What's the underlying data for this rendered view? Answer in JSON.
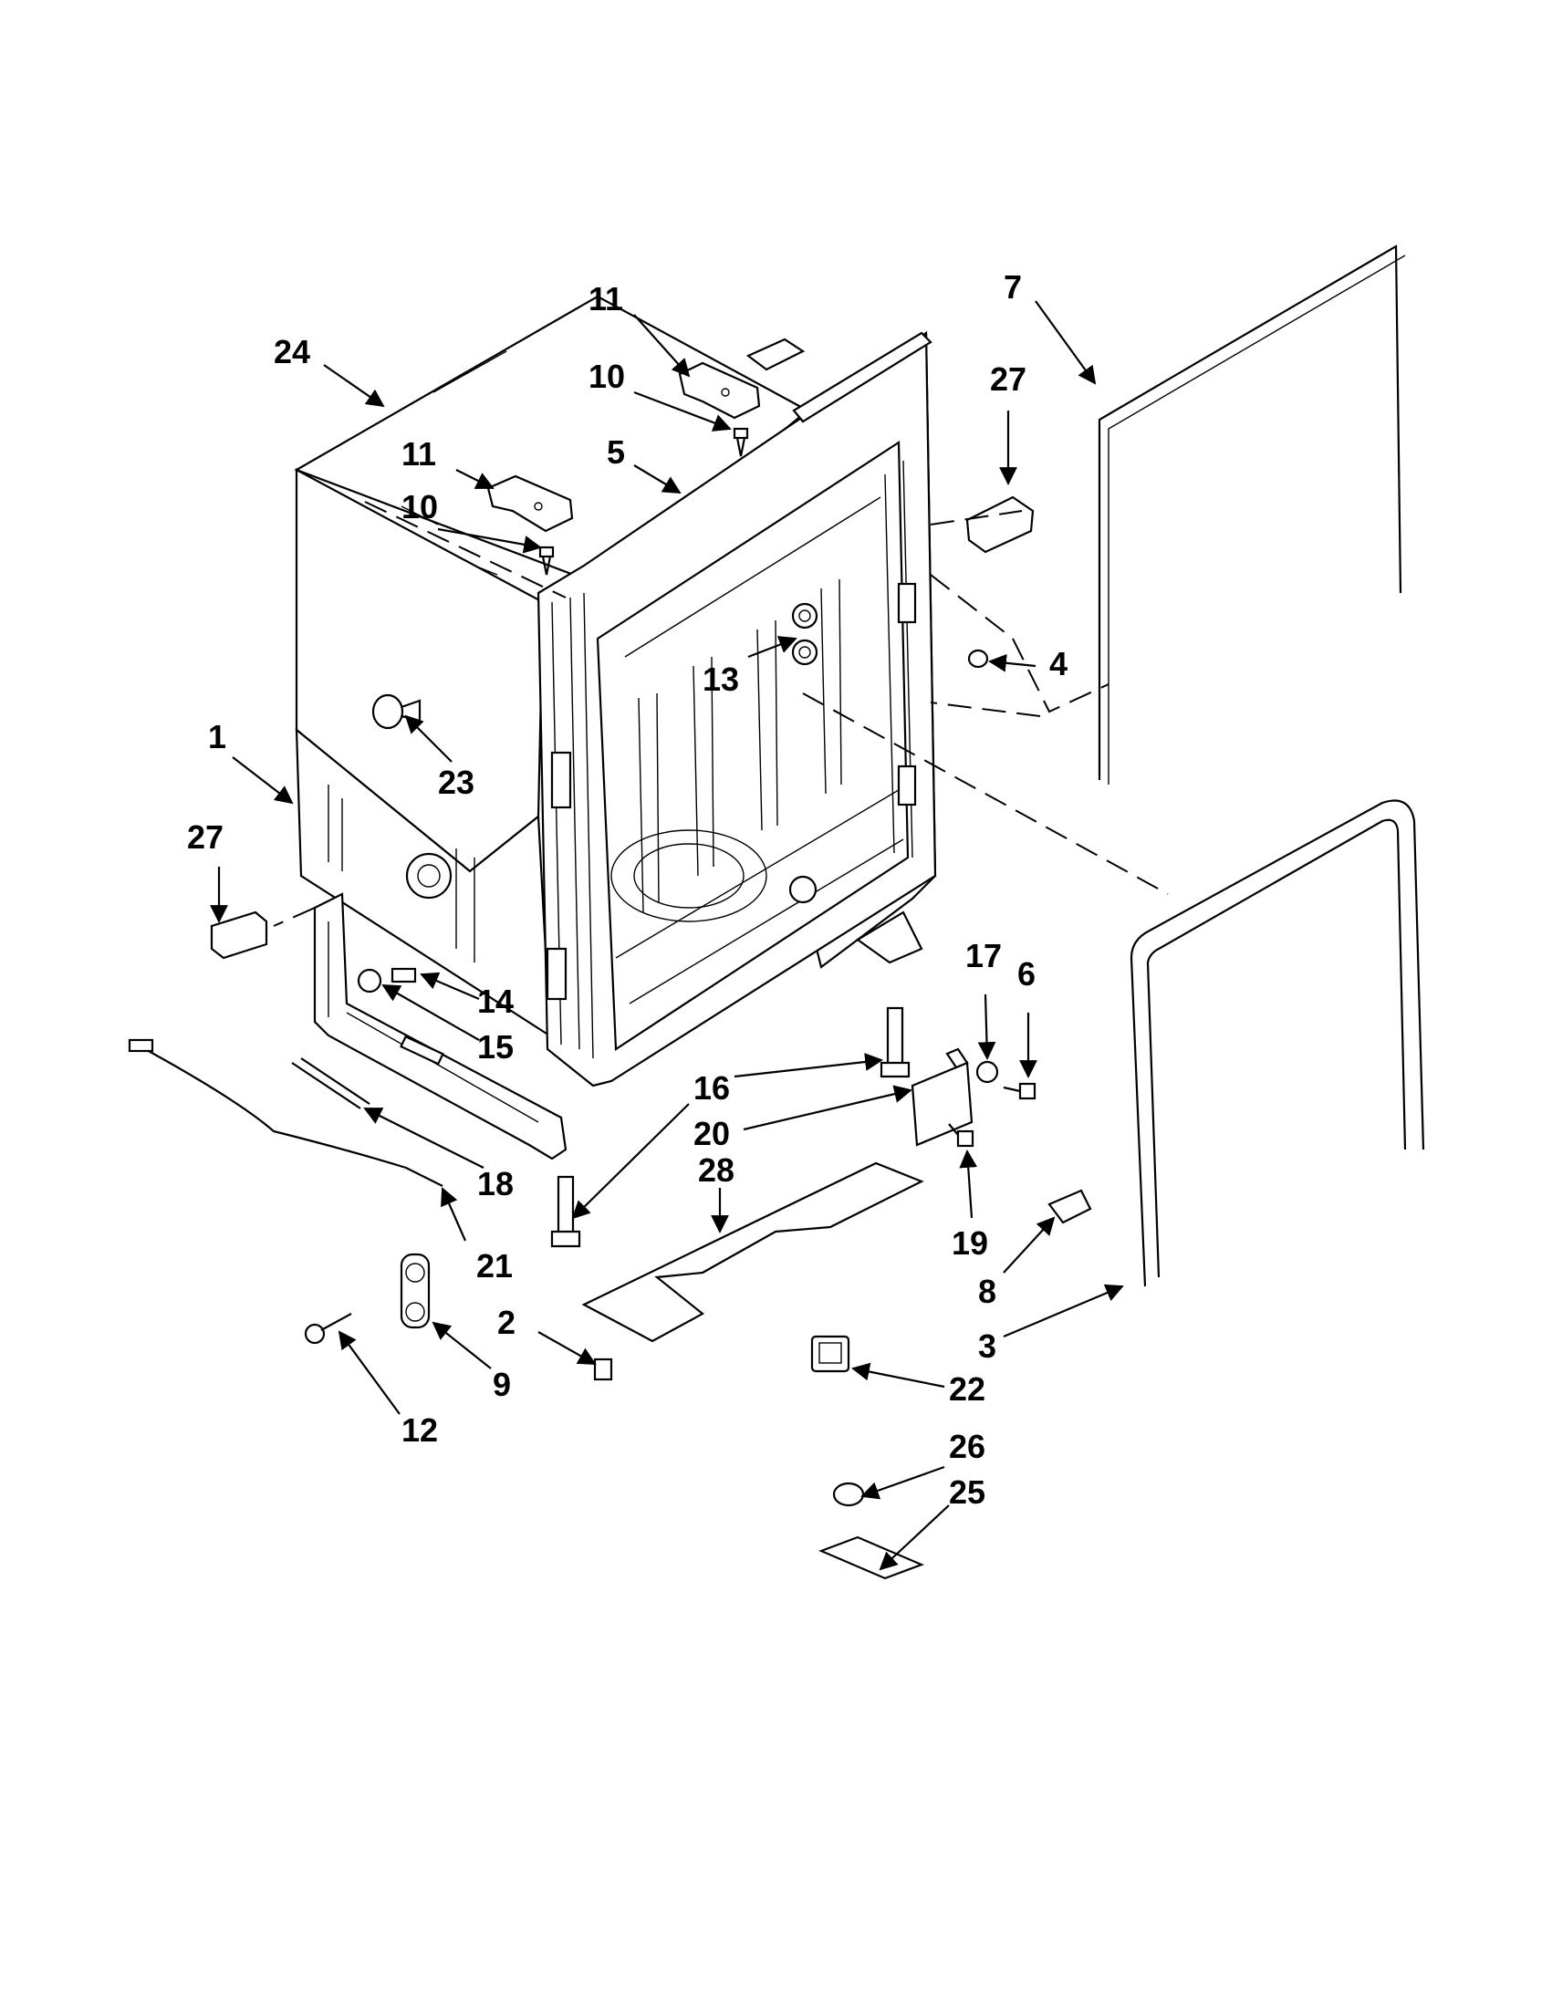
{
  "callouts": {
    "c1": "1",
    "c2": "2",
    "c3": "3",
    "c4": "4",
    "c5": "5",
    "c6": "6",
    "c7": "7",
    "c8": "8",
    "c9": "9",
    "c10a": "10",
    "c10b": "10",
    "c11a": "11",
    "c11b": "11",
    "c12": "12",
    "c13": "13",
    "c14": "14",
    "c15": "15",
    "c16": "16",
    "c17": "17",
    "c18": "18",
    "c19": "19",
    "c20": "20",
    "c21": "21",
    "c22": "22",
    "c23": "23",
    "c24": "24",
    "c25": "25",
    "c26": "26",
    "c27a": "27",
    "c27b": "27",
    "c28": "28"
  }
}
